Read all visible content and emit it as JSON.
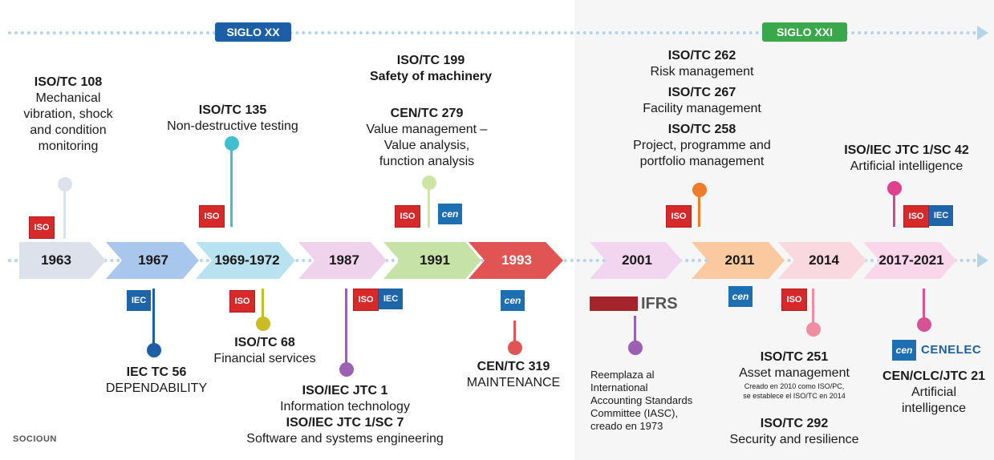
{
  "centuries": {
    "c20": "SIGLO XX",
    "c21": "SIGLO XXI"
  },
  "years": [
    "1963",
    "1967",
    "1969-1972",
    "1987",
    "1991",
    "1993",
    "2001",
    "2011",
    "2014",
    "2017-2021"
  ],
  "events": {
    "iso108": {
      "code": "ISO/TC 108",
      "desc": [
        "Mechanical",
        "vibration, shock",
        "and condition",
        "monitoring"
      ]
    },
    "iso135": {
      "code": "ISO/TC 135",
      "desc": [
        "Non-destructive testing"
      ]
    },
    "iso199": {
      "code": "ISO/TC 199",
      "desc": [
        "Safety of machinery"
      ]
    },
    "cen279": {
      "code": "CEN/TC 279",
      "desc": [
        "Value management –",
        "Value analysis,",
        "function analysis"
      ]
    },
    "iso262": {
      "code": "ISO/TC 262",
      "desc": [
        "Risk management"
      ]
    },
    "iso267": {
      "code": "ISO/TC 267",
      "desc": [
        "Facility management"
      ]
    },
    "iso258": {
      "code": "ISO/TC 258",
      "desc": [
        "Project, programme and",
        "portfolio management"
      ]
    },
    "jtc1sc42": {
      "code": "ISO/IEC JTC 1/SC 42",
      "desc": [
        "Artificial intelligence"
      ]
    },
    "iec56": {
      "code": "IEC TC 56",
      "desc": [
        "DEPENDABILITY"
      ]
    },
    "iso68": {
      "code": "ISO/TC 68",
      "desc": [
        "Financial services"
      ]
    },
    "jtc1": {
      "code": "ISO/IEC JTC 1",
      "desc": [
        "Information technology"
      ]
    },
    "jtc1sc7": {
      "code": "ISO/IEC JTC 1/SC 7",
      "desc": [
        "Software and systems engineering"
      ]
    },
    "cen319": {
      "code": "CEN/TC 319",
      "desc": [
        "MAINTENANCE"
      ]
    },
    "ifrs": {
      "desc": [
        "Reemplaza al",
        "International",
        "Accounting Standards",
        "Committee (IASC),",
        "creado en 1973"
      ]
    },
    "iso251": {
      "code": "ISO/TC 251",
      "desc": [
        "Asset management"
      ],
      "note": [
        "Creado en 2010 como ISO/PC,",
        "se establece el ISO/TC en 2014"
      ]
    },
    "iso292": {
      "code": "ISO/TC 292",
      "desc": [
        "Security and resilience"
      ]
    },
    "cen21": {
      "code": "CEN/CLC/JTC 21",
      "desc": [
        "Artificial",
        "intelligence"
      ]
    }
  },
  "logos": {
    "iso": "ISO",
    "iec": "IEC",
    "cen": "cen",
    "ifrs": "IFRS",
    "cenelec": "CENELEC",
    "brand": "SOCIOUN"
  },
  "colors": {
    "c20": "#1c5fa6",
    "c21": "#3aa84a",
    "dotline": "#b7d3e8"
  }
}
